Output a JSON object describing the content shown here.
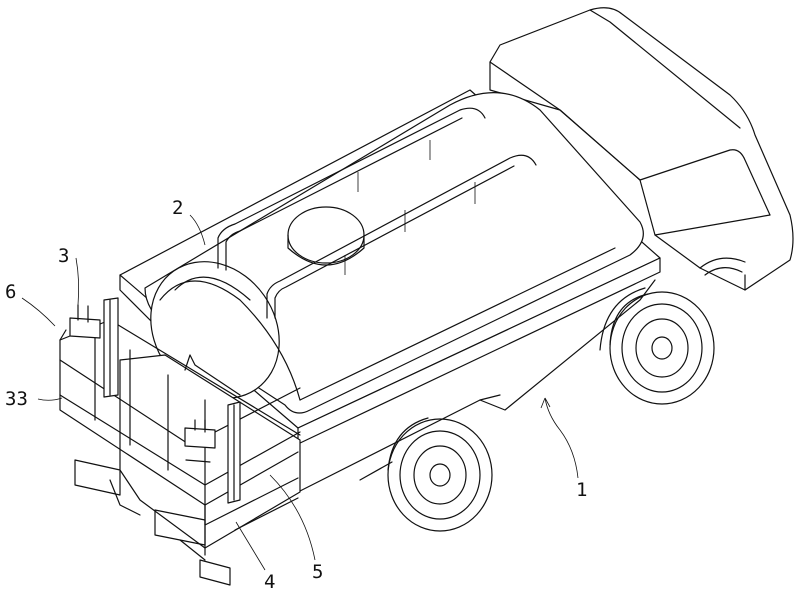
{
  "figure": {
    "labels": {
      "truck_chassis": "1",
      "water_tank": "2",
      "lifting_device": "3",
      "rear_frame": "4",
      "spray_pipe": "5",
      "rear_platform": "6",
      "guard_rail": "33"
    }
  }
}
